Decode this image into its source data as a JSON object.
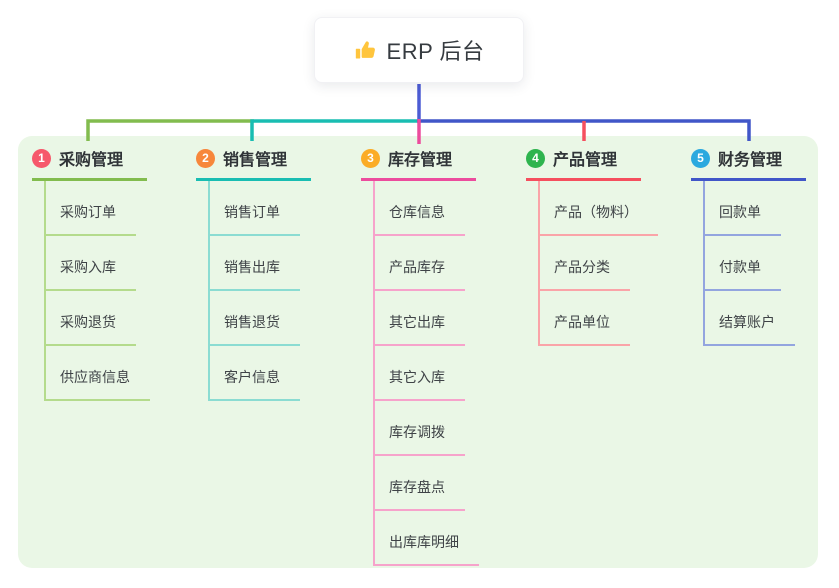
{
  "title": {
    "icon": "thumbs-up-icon",
    "label": "ERP 后台",
    "icon_color": "#FFC53D"
  },
  "canvas": {
    "background": "#ffffff",
    "panel_background": "#EAF7E6",
    "stem_color": "#4C5CD4"
  },
  "branches": [
    {
      "badge": "1",
      "label": "采购管理",
      "badge_color": "#F6586B",
      "line_color": "#82BC4E",
      "subline_color": "#B4DB8C",
      "items": [
        "采购订单",
        "采购入库",
        "采购退货",
        "供应商信息"
      ]
    },
    {
      "badge": "2",
      "label": "销售管理",
      "badge_color": "#F7873B",
      "line_color": "#19BDB2",
      "subline_color": "#8BDCD2",
      "items": [
        "销售订单",
        "销售出库",
        "销售退货",
        "客户信息"
      ]
    },
    {
      "badge": "3",
      "label": "库存管理",
      "badge_color": "#FBAC26",
      "line_color": "#EC4C9D",
      "subline_color": "#F6A3CB",
      "items": [
        "仓库信息",
        "产品库存",
        "其它出库",
        "其它入库",
        "库存调拨",
        "库存盘点",
        "出库库明细"
      ]
    },
    {
      "badge": "4",
      "label": "产品管理",
      "badge_color": "#2EB44E",
      "line_color": "#F54F5E",
      "subline_color": "#FAA4A8",
      "items": [
        "产品（物料）",
        "产品分类",
        "产品单位"
      ]
    },
    {
      "badge": "5",
      "label": "财务管理",
      "badge_color": "#2BA9DF",
      "line_color": "#4156C8",
      "subline_color": "#93A5DF",
      "items": [
        "回款单",
        "付款单",
        "结算账户"
      ]
    }
  ]
}
